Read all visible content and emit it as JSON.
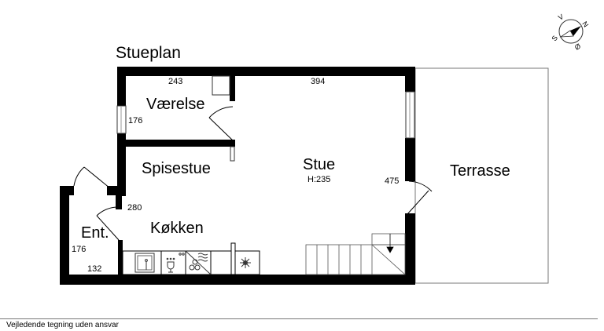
{
  "plan_title": "Stueplan",
  "compass": {
    "labels": {
      "north": "N",
      "south": "S",
      "east": "Ø",
      "west": "V"
    }
  },
  "rooms": {
    "vaerelse": {
      "name": "Værelse",
      "dim_top": "243",
      "dim_side": "176"
    },
    "stue": {
      "name": "Stue",
      "height": "H:235",
      "dim_top": "394",
      "dim_side": "475"
    },
    "spisestue": {
      "name": "Spisestue"
    },
    "koekken": {
      "name": "Køkken",
      "dim_side": "280"
    },
    "entre": {
      "name": "Ent.",
      "dim_side": "176",
      "dim_bottom": "132"
    },
    "terrasse": {
      "name": "Terrasse"
    }
  },
  "kitchen_fixtures": [
    "sink-icon",
    "dishwasher-icon",
    "stove-icon",
    "refrigerator-icon"
  ],
  "footer": {
    "disclaimer": "Vejledende tegning uden ansvar"
  }
}
